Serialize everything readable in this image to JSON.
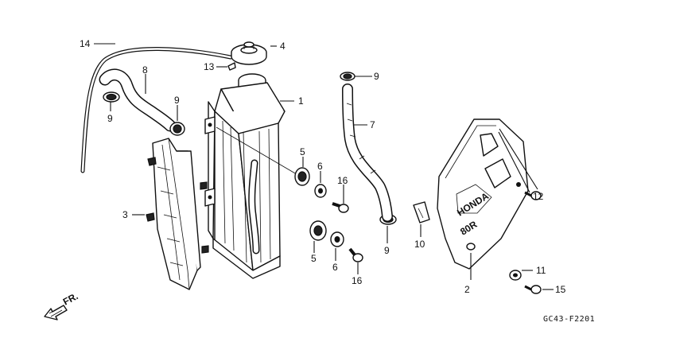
{
  "callouts": {
    "c1": "1",
    "c2": "2",
    "c3": "3",
    "c4": "4",
    "c5a": "5",
    "c5b": "5",
    "c6a": "6",
    "c6b": "6",
    "c7": "7",
    "c8": "8",
    "c9a": "9",
    "c9b": "9",
    "c9c": "9",
    "c9d": "9",
    "c10": "10",
    "c11": "11",
    "c12": "12",
    "c13": "13",
    "c14": "14",
    "c15": "15",
    "c16a": "16",
    "c16b": "16"
  },
  "direction_label": "FR.",
  "diagram_code": "GC43-F2201",
  "shroud_text": {
    "brand": "HONDA",
    "model": "80R"
  },
  "colors": {
    "ink": "#111111",
    "paper": "#ffffff"
  }
}
